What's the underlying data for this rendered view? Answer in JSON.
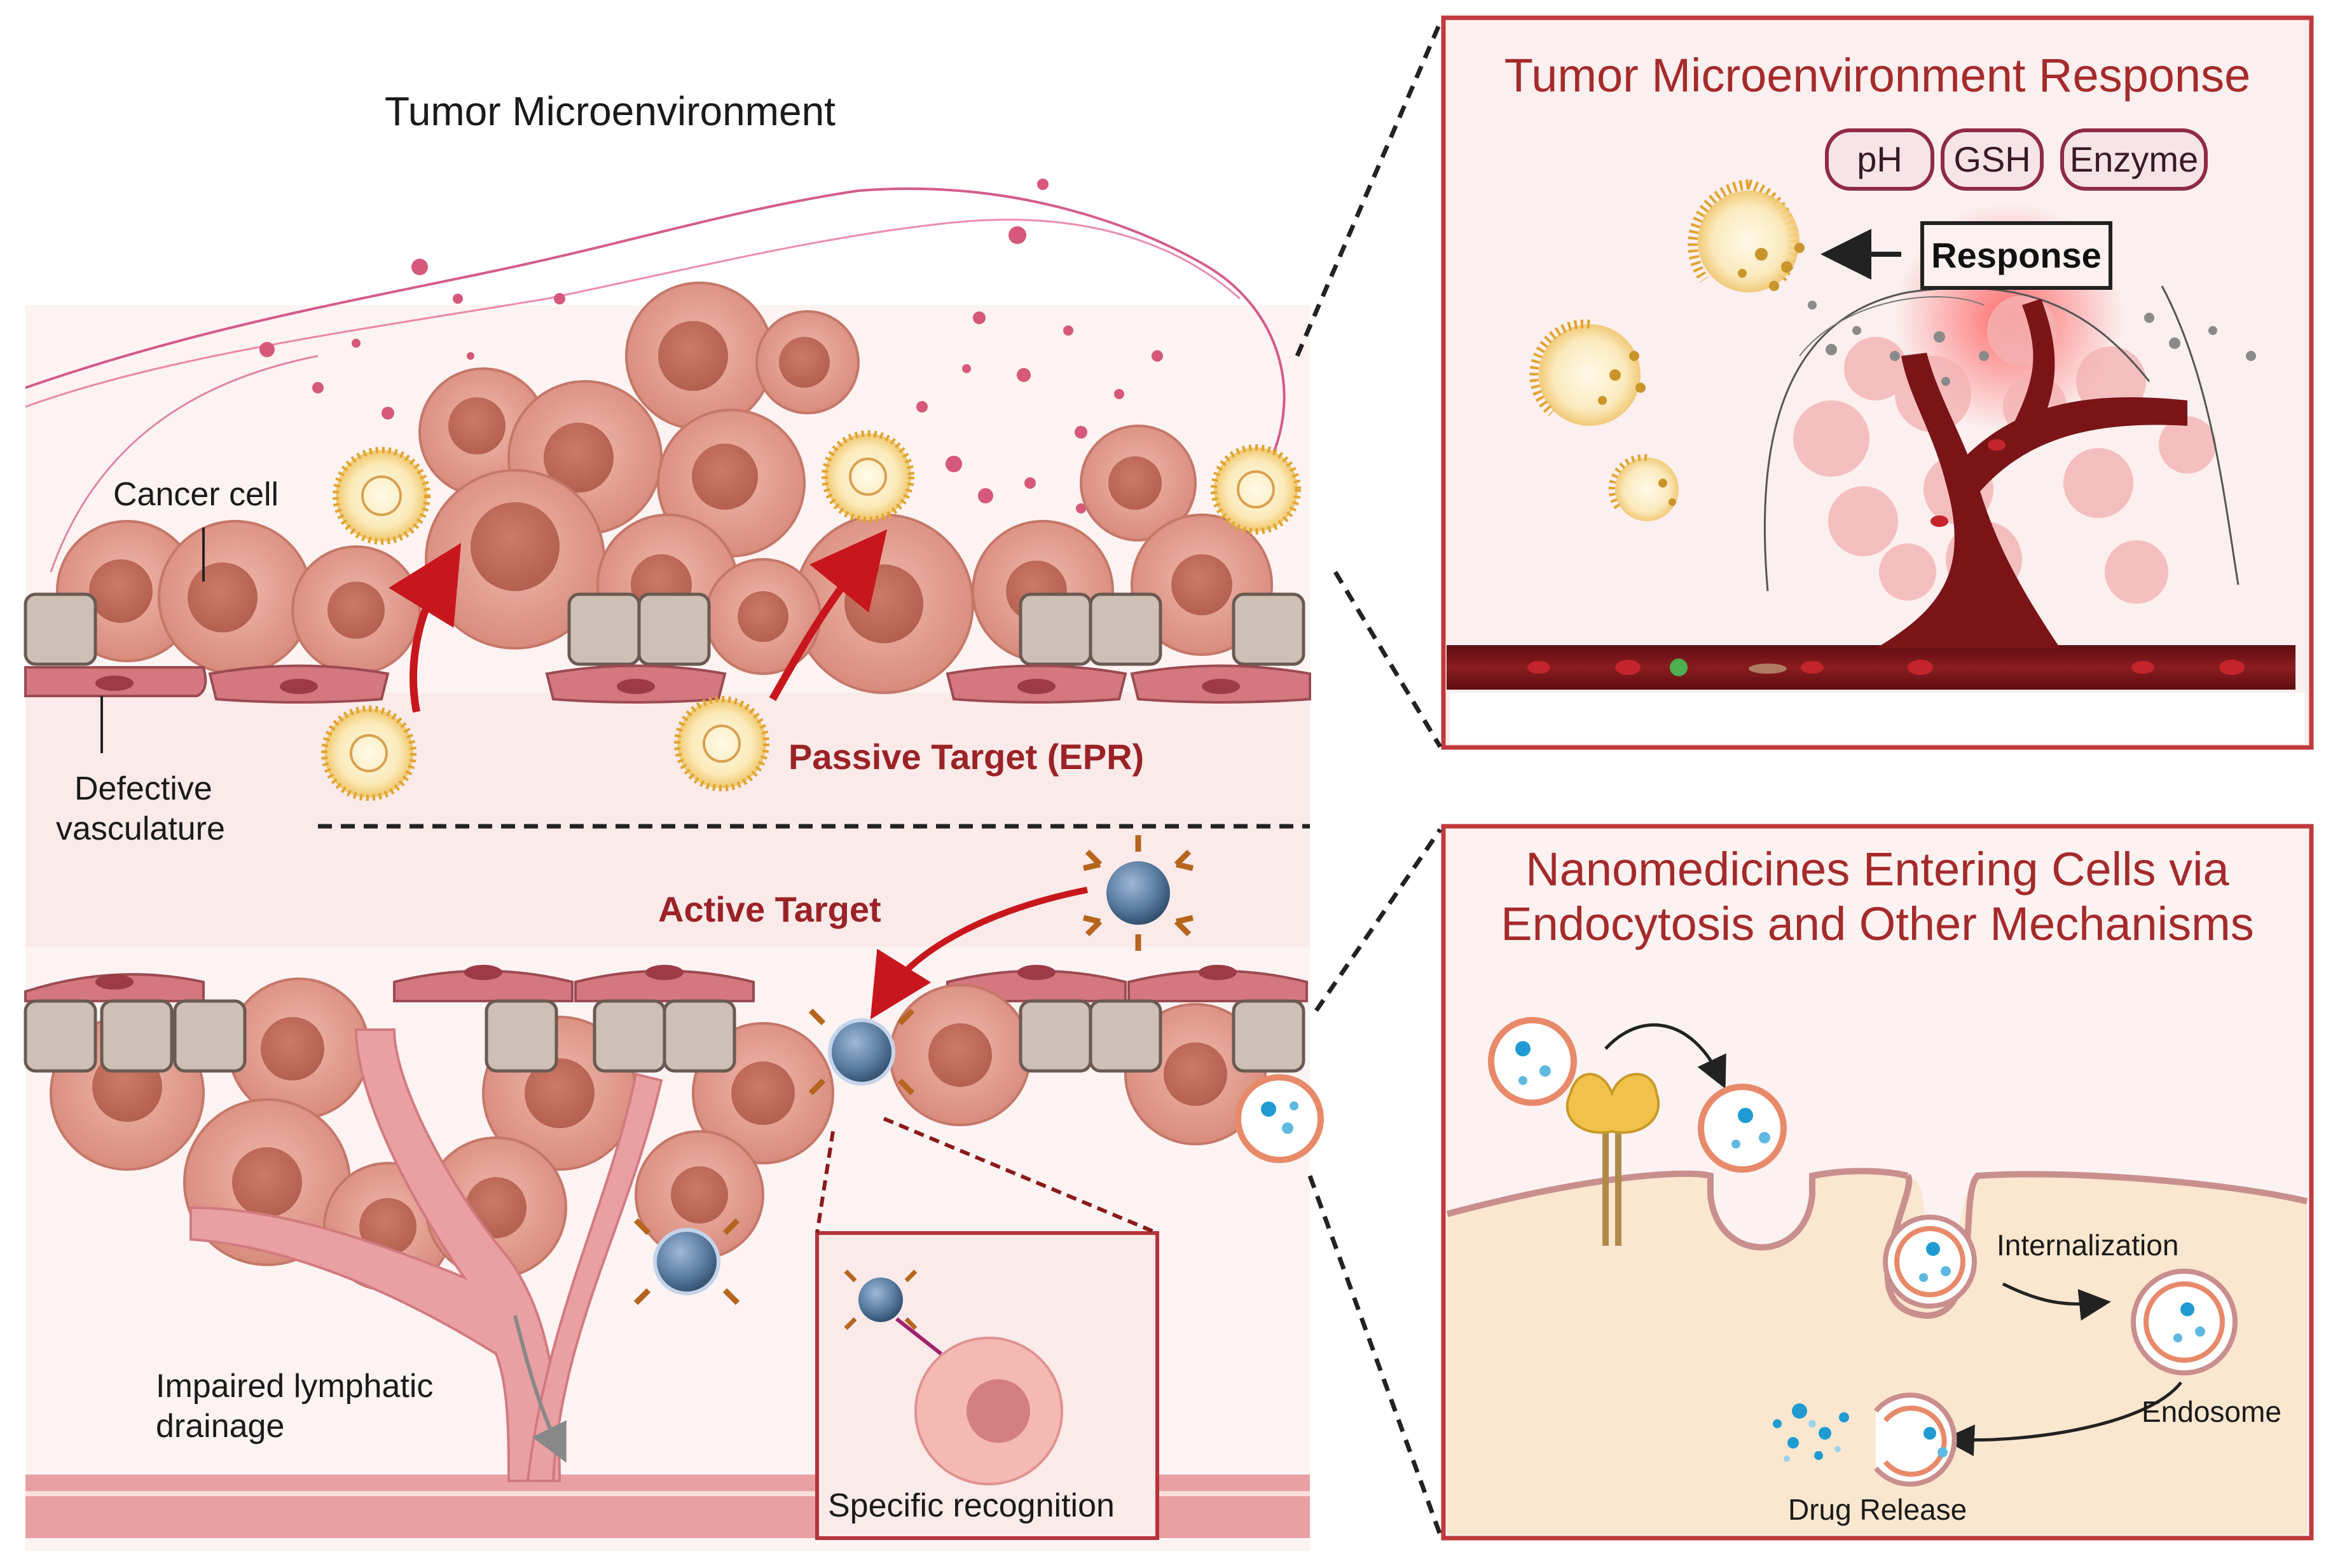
{
  "main_title": "Tumor Microenvironment",
  "labels": {
    "cancer_cell": "Cancer cell",
    "defective_vasculature_line1": "Defective",
    "defective_vasculature_line2": "vasculature",
    "passive_target": "Passive Target (EPR)",
    "active_target": "Active Target",
    "impaired_drainage_line1": "Impaired lymphatic",
    "impaired_drainage_line2": "drainage",
    "specific_recognition": "Specific recognition"
  },
  "tme_panel": {
    "title": "Tumor Microenvironment Response",
    "stimuli": [
      "pH",
      "GSH",
      "Enzyme"
    ],
    "response_label": "Response"
  },
  "endocytosis_panel": {
    "title_line1": "Nanomedicines Entering Cells via",
    "title_line2": "Endocytosis and Other Mechanisms",
    "internalization": "Internalization",
    "endosome": "Endosome",
    "drug_release": "Drug Release"
  },
  "colors": {
    "panel_border": "#c0393b",
    "title_red": "#a52a2a",
    "cancer_cell": "#e5a195",
    "vessel": "#7a1417",
    "endothelial": "#c47a80",
    "cytoplasm": "#fbe7cf",
    "nanoparticle_blue": "#5c7fa3"
  }
}
